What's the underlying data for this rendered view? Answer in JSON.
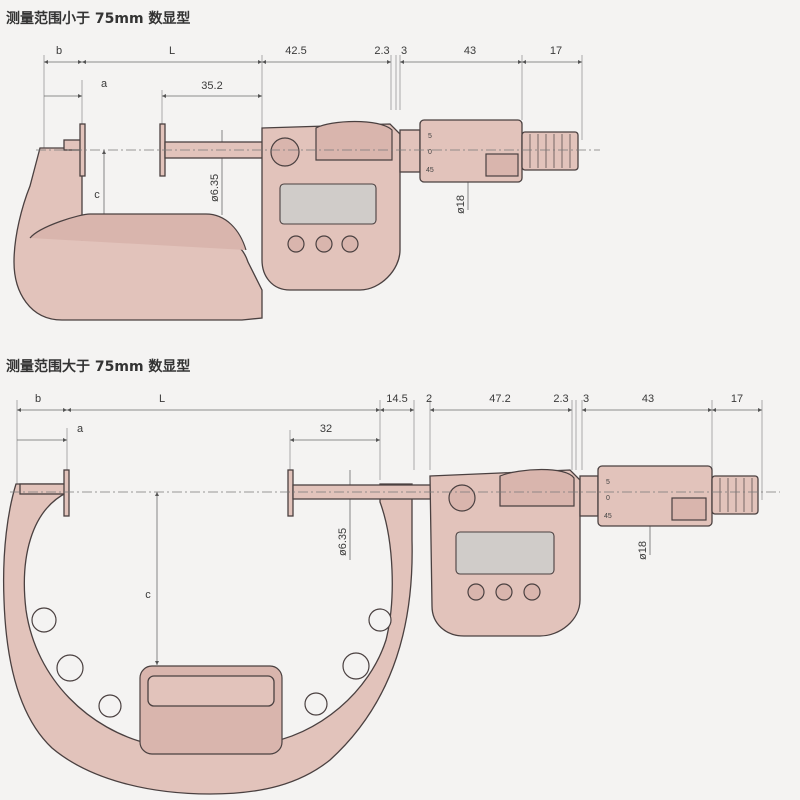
{
  "section_top": {
    "title": "测量范围小于 75mm 数显型",
    "dims": {
      "b": "b",
      "a": "a",
      "L": "L",
      "d1": "35.2",
      "d2": "42.5",
      "d3": "2.3",
      "d4": "3",
      "d5": "43",
      "d6": "17",
      "c": "c",
      "dia_spindle": "ø6.35",
      "dia_thimble": "ø18",
      "scale_5": "5",
      "scale_0": "0",
      "scale_45": "45"
    }
  },
  "section_bottom": {
    "title": "测量范围大于 75mm 数显型",
    "dims": {
      "b": "b",
      "a": "a",
      "L": "L",
      "d1": "32",
      "d2": "14.5",
      "d3": "2",
      "d4": "47.2",
      "d5": "2.3",
      "d6": "3",
      "d7": "43",
      "d8": "17",
      "c": "c",
      "dia_spindle": "ø6.35",
      "dia_thimble": "ø18",
      "scale_5": "5",
      "scale_0": "0",
      "scale_45": "45"
    }
  },
  "colors": {
    "body": "#e2c3bb",
    "outline": "#4a4040",
    "background": "#f4f3f2"
  }
}
